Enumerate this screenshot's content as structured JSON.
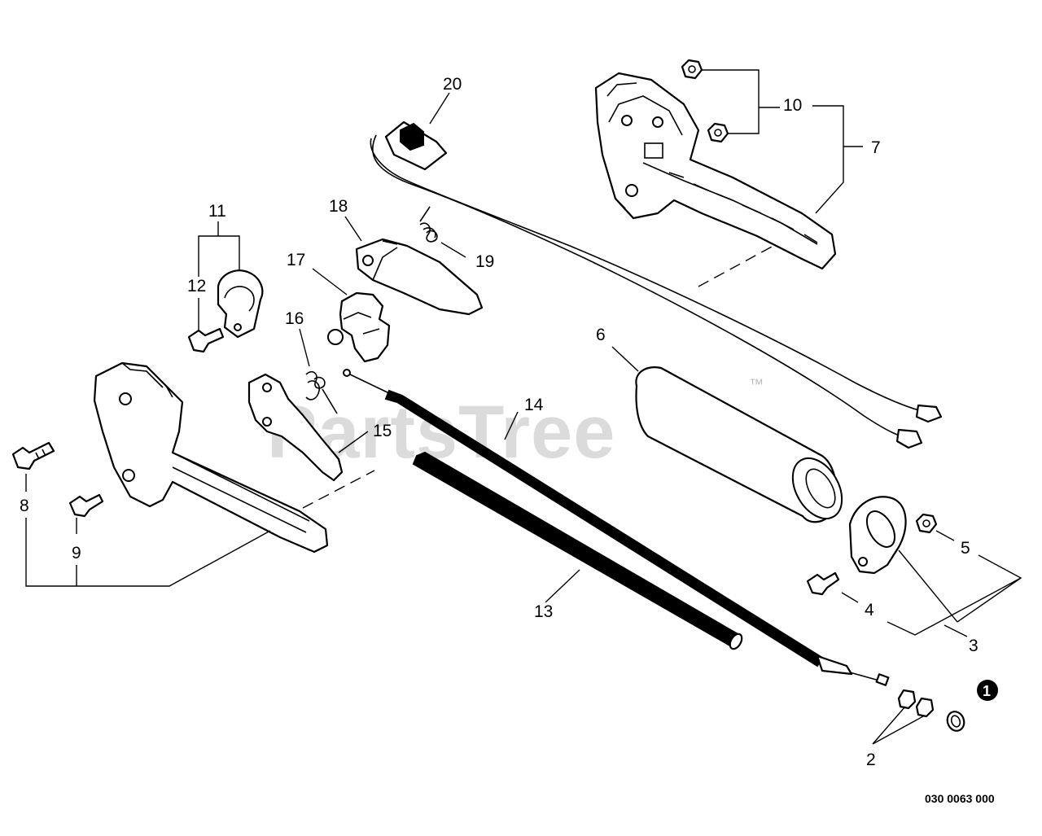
{
  "diagram": {
    "callouts": {
      "c1": "1",
      "c2": "2",
      "c3": "3",
      "c4": "4",
      "c5": "5",
      "c6": "6",
      "c7": "7",
      "c8": "8",
      "c9": "9",
      "c10": "10",
      "c11": "11",
      "c12": "12",
      "c13": "13",
      "c14": "14",
      "c15": "15",
      "c16": "16",
      "c17": "17",
      "c18": "18",
      "c19": "19",
      "c20": "20"
    },
    "watermark": "PartsTree",
    "trademark": "™",
    "figure_code": "030 0063 000"
  }
}
